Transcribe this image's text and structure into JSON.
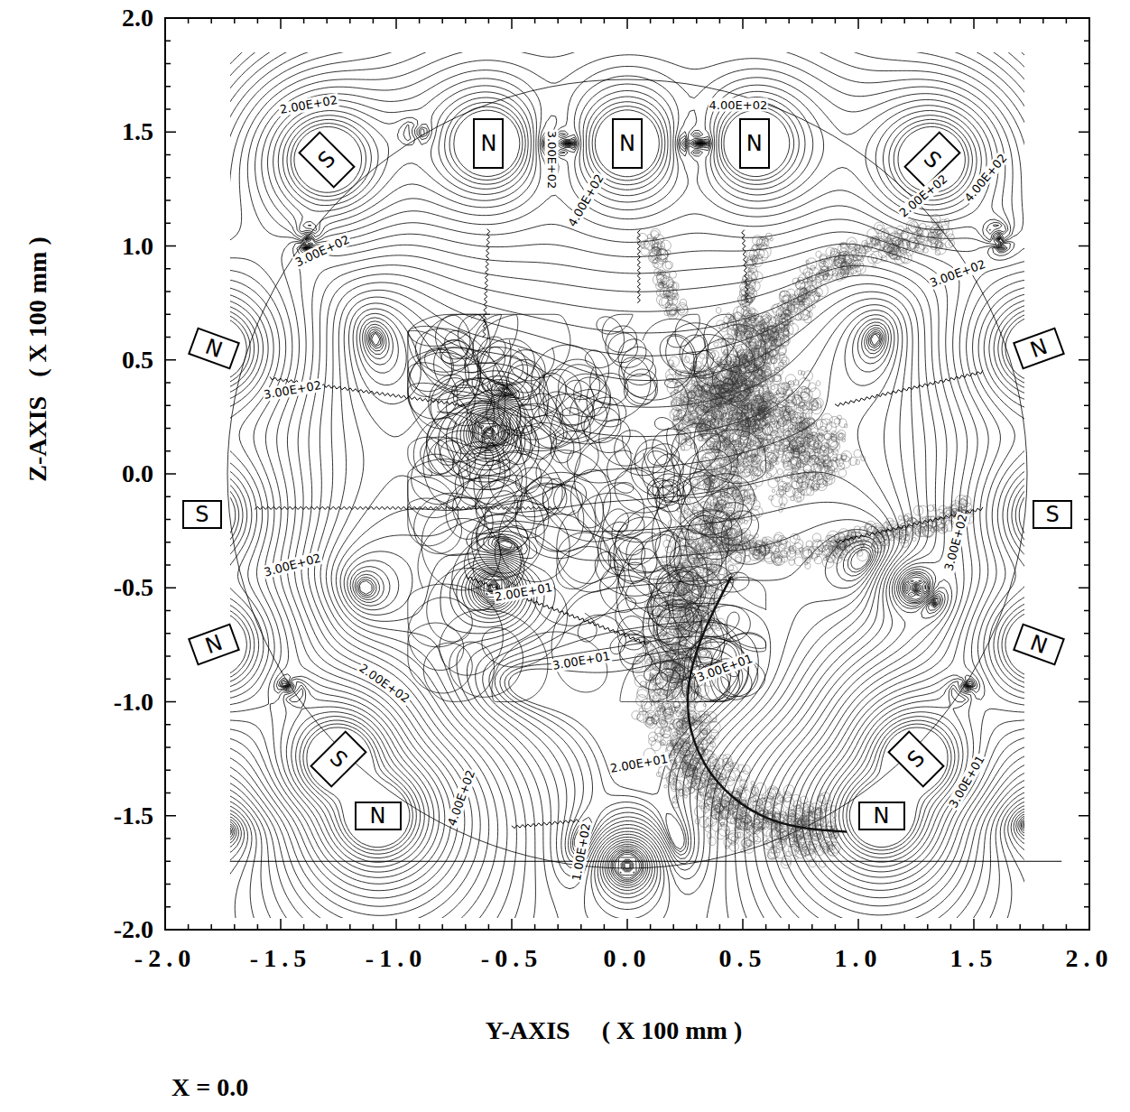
{
  "diagram": {
    "nodes": [
      {
        "text": [
          "S"
        ]
      },
      {
        "text": [
          "N"
        ]
      },
      {
        "text": [
          "N"
        ]
      },
      {
        "text": [
          "N"
        ]
      },
      {
        "text": [
          "S"
        ]
      },
      {
        "text": [
          "N"
        ]
      },
      {
        "text": [
          "N"
        ]
      },
      {
        "text": [
          "S"
        ]
      },
      {
        "text": [
          "S"
        ]
      },
      {
        "text": [
          "N"
        ]
      },
      {
        "text": [
          "N"
        ]
      },
      {
        "text": [
          "S"
        ]
      },
      {
        "text": [
          "S"
        ]
      },
      {
        "text": [
          "N"
        ]
      },
      {
        "text": [
          "N"
        ]
      }
    ],
    "labels": [
      "2.0",
      "1.5",
      "1.0",
      "0.5",
      "0.0",
      "-0.5",
      "-1.0",
      "-1.5",
      "-2.0",
      "-2.0",
      "-1.5",
      "-1.0",
      "-0.5",
      "0.0",
      "0.5",
      "1.0",
      "1.5",
      "2.0",
      "Z-AXIS   ( X 100 mm )",
      "Y-AXIS     ( X 100 mm )",
      "X = 0.0",
      "2.00E+02",
      "3.00E+02",
      "4.00E+02",
      "4.00E+02",
      "3.00E+02",
      "2.00E+02",
      "4.00E+02",
      "3.00E+02",
      "3.00E+02",
      "3.00E+02",
      "3.00E+02",
      "2.00E+01",
      "2.00E+02",
      "3.00E+01",
      "3.00E+01",
      "2.00E+01",
      "1.00E+02",
      "4.00E+02",
      "3.00E+01"
    ]
  }
}
